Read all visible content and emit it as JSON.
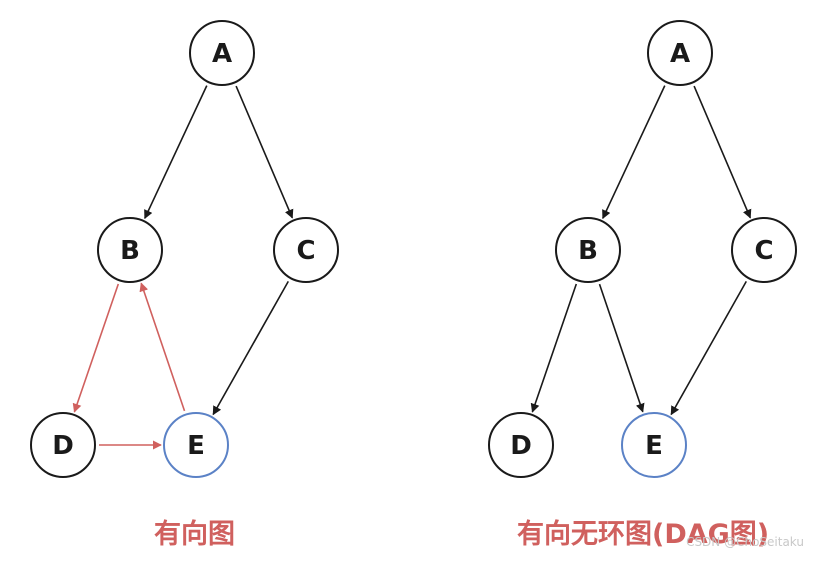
{
  "diagrams": [
    {
      "caption": "有向图",
      "nodes": [
        {
          "id": "A",
          "label": "A",
          "highlight": false
        },
        {
          "id": "B",
          "label": "B",
          "highlight": false
        },
        {
          "id": "C",
          "label": "C",
          "highlight": false
        },
        {
          "id": "D",
          "label": "D",
          "highlight": false
        },
        {
          "id": "E",
          "label": "E",
          "highlight": true
        }
      ],
      "edges": [
        {
          "from": "A",
          "to": "B",
          "color": "#1a1a1a"
        },
        {
          "from": "A",
          "to": "C",
          "color": "#1a1a1a"
        },
        {
          "from": "B",
          "to": "D",
          "color": "#d0605e"
        },
        {
          "from": "D",
          "to": "E",
          "color": "#d0605e"
        },
        {
          "from": "E",
          "to": "B",
          "color": "#d0605e"
        },
        {
          "from": "C",
          "to": "E",
          "color": "#1a1a1a"
        }
      ]
    },
    {
      "caption": "有向无环图(DAG图)",
      "nodes": [
        {
          "id": "A",
          "label": "A",
          "highlight": false
        },
        {
          "id": "B",
          "label": "B",
          "highlight": false
        },
        {
          "id": "C",
          "label": "C",
          "highlight": false
        },
        {
          "id": "D",
          "label": "D",
          "highlight": false
        },
        {
          "id": "E",
          "label": "E",
          "highlight": true
        }
      ],
      "edges": [
        {
          "from": "A",
          "to": "B",
          "color": "#1a1a1a"
        },
        {
          "from": "A",
          "to": "C",
          "color": "#1a1a1a"
        },
        {
          "from": "B",
          "to": "D",
          "color": "#1a1a1a"
        },
        {
          "from": "B",
          "to": "E",
          "color": "#1a1a1a"
        },
        {
          "from": "C",
          "to": "E",
          "color": "#1a1a1a"
        }
      ]
    }
  ],
  "watermark": "CSDN @ChoSeitaku",
  "colors": {
    "node_stroke": "#1a1a1a",
    "highlight_stroke": "#5b82c6",
    "cycle_edge": "#d0605e",
    "caption": "#d0605e"
  }
}
